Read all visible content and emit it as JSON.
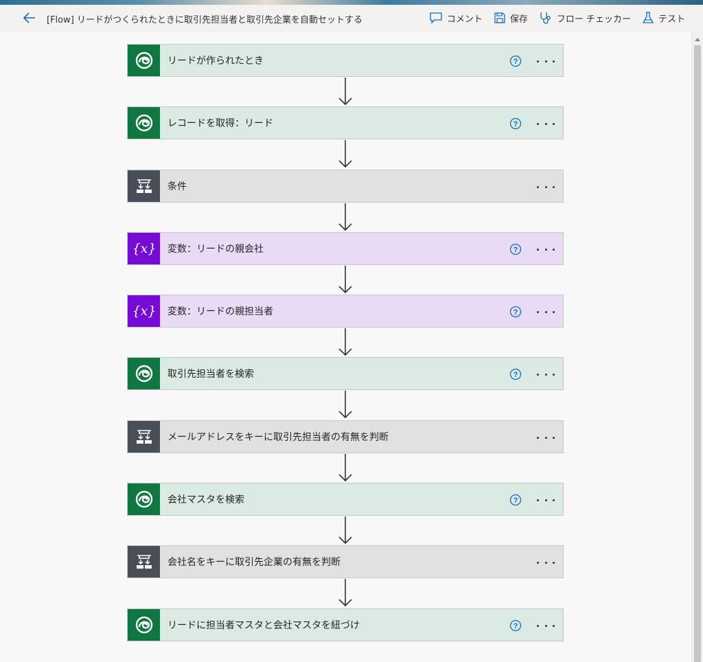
{
  "header": {
    "flow_title": "[Flow] リードがつくられたときに取引先担当者と取引先企業を自動セットする",
    "actions": [
      {
        "label": "コメント",
        "icon": "comment-icon"
      },
      {
        "label": "保存",
        "icon": "save-icon"
      },
      {
        "label": "フロー チェッカー",
        "icon": "stethoscope-icon"
      },
      {
        "label": "テスト",
        "icon": "flask-icon"
      }
    ]
  },
  "steps": [
    {
      "label": "リードが作られたとき",
      "type": "dataverse",
      "help": true
    },
    {
      "label": "レコードを取得：リード",
      "type": "dataverse",
      "help": true
    },
    {
      "label": "条件",
      "type": "condition",
      "help": false
    },
    {
      "label": "変数：リードの親会社",
      "type": "variable",
      "help": true
    },
    {
      "label": "変数：リードの親担当者",
      "type": "variable",
      "help": true
    },
    {
      "label": "取引先担当者を検索",
      "type": "dataverse",
      "help": true
    },
    {
      "label": "メールアドレスをキーに取引先担当者の有無を判断",
      "type": "condition",
      "help": false
    },
    {
      "label": "会社マスタを検索",
      "type": "dataverse",
      "help": true
    },
    {
      "label": "会社名をキーに取引先企業の有無を判断",
      "type": "condition",
      "help": false
    },
    {
      "label": "リードに担当者マスタと会社マスタを紐づけ",
      "type": "dataverse",
      "help": true
    }
  ],
  "colors": {
    "dataverse_icon_bg": "#117742",
    "dataverse_card_bg": "#dbeae2",
    "condition_icon_bg": "#484f58",
    "condition_card_bg": "#e1e1e1",
    "variable_icon_bg": "#770bd6",
    "variable_card_bg": "#e9dbf6",
    "accent": "#0f6cbd"
  }
}
